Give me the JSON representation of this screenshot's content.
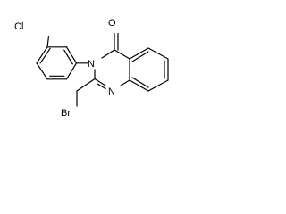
{
  "molecule": {
    "atoms": {
      "chlorine": "Cl",
      "n3": "N",
      "oxygen": "O",
      "n1": "N",
      "bromine": "Br"
    }
  }
}
